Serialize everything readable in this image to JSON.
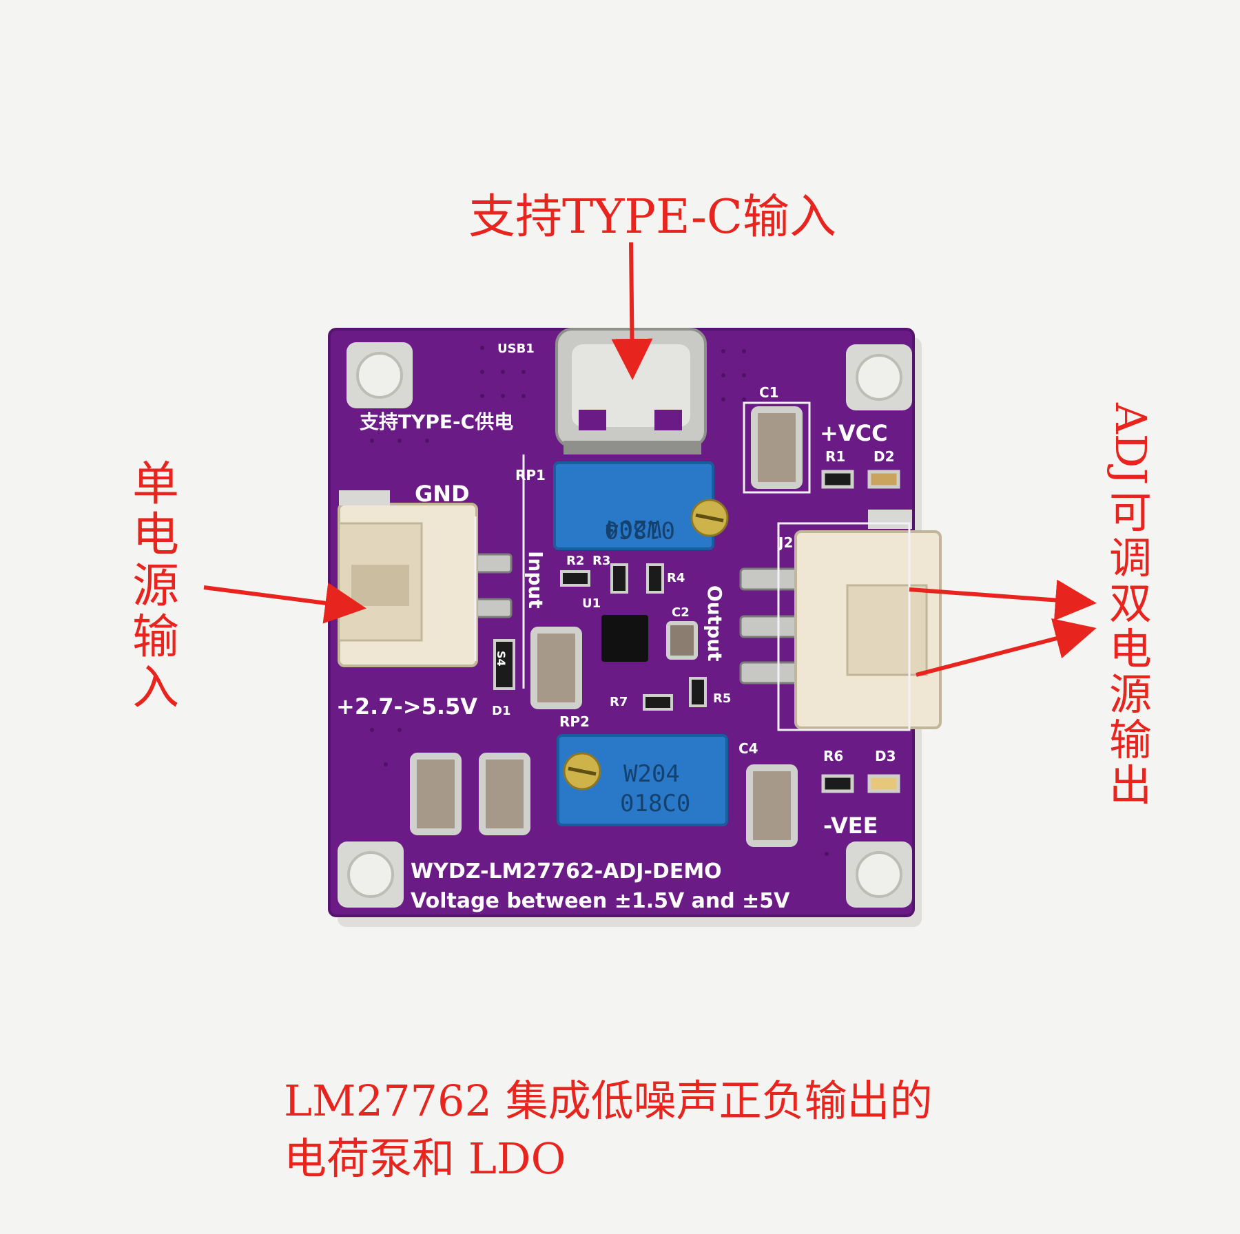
{
  "annotations": {
    "top": "支持TYPE-C输入",
    "left": [
      "单",
      "电",
      "源",
      "输",
      "入"
    ],
    "right": [
      "ADJ",
      "可",
      "调",
      "双",
      "电",
      "源",
      "输",
      "出"
    ],
    "caption_line1": "LM27762 集成低噪声正负输出的",
    "caption_line2": "电荷泵和 LDO",
    "color": "#e8241e"
  },
  "board": {
    "pcb_color": "#6a1b86",
    "usb_ref": "USB1",
    "type_c_label": "支持TYPE-C供电",
    "gnd_label": "GND",
    "input_label": "Input",
    "output_label": "Output",
    "input_range": "+2.7->5.5V",
    "vcc_label": "+VCC",
    "vee_label": "-VEE",
    "title_line1": "WYDZ-LM27762-ADJ-DEMO",
    "title_line2": "Voltage between ±1.5V and ±5V",
    "pot_marking_line1": "018C0",
    "pot_marking_line2": "W204",
    "refs": {
      "rp1": "RP1",
      "rp2": "RP2",
      "c1": "C1",
      "c2": "C2",
      "c4": "C4",
      "r1": "R1",
      "r2": "R2",
      "r3": "R3",
      "r4": "R4",
      "r5": "R5",
      "r6": "R6",
      "r7": "R7",
      "d1": "D1",
      "d2": "D2",
      "d3": "D3",
      "u1": "U1",
      "j2": "J2",
      "s4": "S4"
    }
  }
}
